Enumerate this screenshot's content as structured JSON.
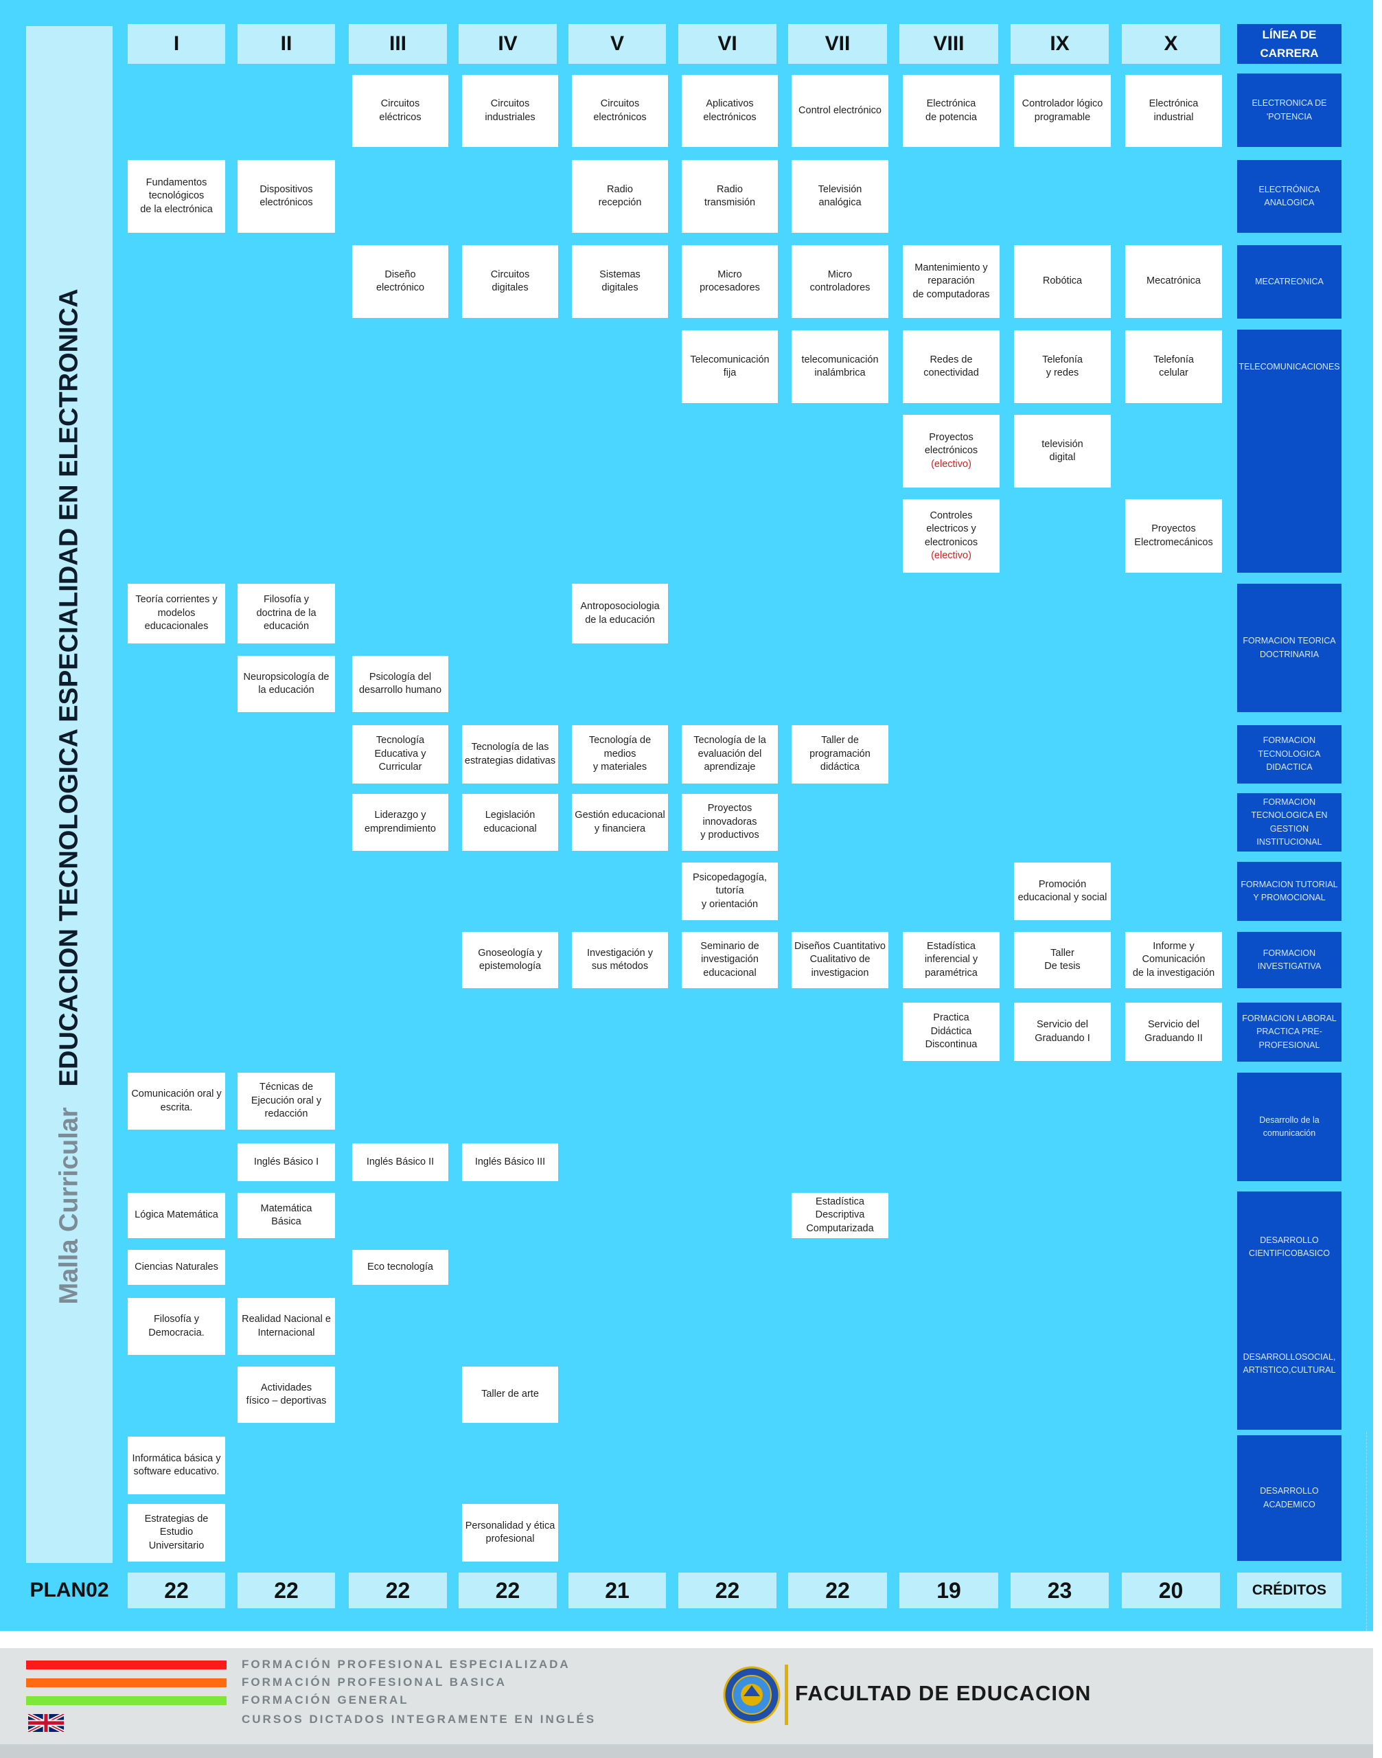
{
  "title": {
    "part1": "Malla Curricular",
    "part2": "EDUCACION TECNOLOGICA ESPECIALIDAD EN ELECTRONICA"
  },
  "semesters": [
    "I",
    "II",
    "III",
    "IV",
    "V",
    "VI",
    "VII",
    "VIII",
    "IX",
    "X"
  ],
  "line_header": {
    "line1": "LÍNEA DE",
    "line2": "CARRERA"
  },
  "plan_label": "PLAN02",
  "credits": [
    "22",
    "22",
    "22",
    "22",
    "21",
    "22",
    "22",
    "19",
    "23",
    "20"
  ],
  "credits_label": "CRÉDITOS",
  "career_lines": [
    "ELECTRONICA DE 'POTENCIA",
    "ELECTRÓNICA ANALOGICA",
    "MECATREONICA",
    "TELECOMUNICACIONES",
    "FORMACION TEORICA DOCTRINARIA",
    "FORMACION TECNOLOGICA DIDACTICA",
    "FORMACION TECNOLOGICA EN GESTION INSTITUCIONAL",
    "FORMACION TUTORIAL Y PROMOCIONAL",
    "FORMACION INVESTIGATIVA",
    "FORMACION LABORAL PRACTICA PRE-PROFESIONAL",
    "Desarrollo de la comunicación",
    "DESARROLLO CIENTIFICOBASICO",
    "DESARROLLOSOCIAL, ARTISTICO,CULTURAL",
    "DESARROLLO ACADEMICO"
  ],
  "courses": {
    "circuitos_electricos": [
      "Circuitos",
      "eléctricos"
    ],
    "circuitos_industriales": [
      "Circuitos",
      "industriales"
    ],
    "circuitos_electronicos": [
      "Circuitos",
      "electrónicos"
    ],
    "aplicativos_electronicos": [
      "Aplicativos",
      "electrónicos"
    ],
    "control_electronico": [
      "Control electrónico"
    ],
    "electronica_potencia": [
      "Electrónica",
      "de potencia"
    ],
    "controlador_logico": [
      "Controlador lógico",
      "programable"
    ],
    "electronica_industrial": [
      "Electrónica",
      "industrial"
    ],
    "fundamentos": [
      "Fundamentos",
      "tecnológicos",
      "de la electrónica"
    ],
    "dispositivos": [
      "Dispositivos",
      "electrónicos"
    ],
    "radio_recepcion": [
      "Radio",
      "recepción"
    ],
    "radio_transmision": [
      "Radio",
      "transmisión"
    ],
    "television_analogica": [
      "Televisión",
      "analógica"
    ],
    "diseno_electronico": [
      "Diseño",
      "electrónico"
    ],
    "circuitos_digitales": [
      "Circuitos",
      "digitales"
    ],
    "sistemas_digitales": [
      "Sistemas",
      "digitales"
    ],
    "micro_procesadores": [
      "Micro",
      "procesadores"
    ],
    "micro_controladores": [
      "Micro",
      "controladores"
    ],
    "mantenimiento": [
      "Mantenimiento y",
      "reparación",
      "de computadoras"
    ],
    "robotica": [
      "Robótica"
    ],
    "mecatronica": [
      "Mecatrónica"
    ],
    "telecom_fija": [
      "Telecomunicación",
      "fija"
    ],
    "telecom_inalambrica": [
      "telecomunicación",
      "inalámbrica"
    ],
    "redes": [
      "Redes de",
      "conectividad"
    ],
    "telefonia_redes": [
      "Telefonía",
      "y redes"
    ],
    "telefonia_celular": [
      "Telefonía",
      "celular"
    ],
    "proyectos_electronicos": [
      "Proyectos",
      "electrónicos"
    ],
    "electivo": "(electivo)",
    "television_digital": [
      "televisión",
      "digital"
    ],
    "controles": [
      "Controles",
      "electricos y",
      "electronicos"
    ],
    "proyectos_electromecanicos": [
      "Proyectos",
      "Electromecánicos"
    ],
    "teoria_corrientes": [
      "Teoría corrientes y",
      "modelos",
      "educacionales"
    ],
    "filosofia_doctrina": [
      "Filosofía y",
      "doctrina de la",
      "educación"
    ],
    "antroposociologia": [
      "Antroposociologia",
      "de la educación"
    ],
    "neuropsicologia": [
      "Neuropsicología de",
      "la educación"
    ],
    "psicologia": [
      "Psicología del",
      "desarrollo humano"
    ],
    "tecnologia_educativa": [
      "Tecnología",
      "Educativa y",
      "Curricular"
    ],
    "tecnologia_estrategias": [
      "Tecnología de las",
      "estrategias didativas"
    ],
    "tecnologia_medios": [
      "Tecnología de",
      "medios",
      "y materiales"
    ],
    "tecnologia_evaluacion": [
      "Tecnología de la",
      "evaluación del",
      "aprendizaje"
    ],
    "taller_programacion": [
      "Taller de",
      "programación",
      "didáctica"
    ],
    "liderazgo": [
      "Liderazgo y",
      "emprendimiento"
    ],
    "legislacion": [
      "Legislación",
      "educacional"
    ],
    "gestion_educacional": [
      "Gestión educacional",
      "y financiera"
    ],
    "proyectos_innovadores": [
      "Proyectos",
      "innovadoras",
      "y productivos"
    ],
    "psicopedagogia": [
      "Psicopedagogía,",
      "tutoría",
      "y orientación"
    ],
    "promocion": [
      "Promoción",
      "educacional y social"
    ],
    "gnoseologia": [
      "Gnoseología y",
      "epistemología"
    ],
    "investigacion_metodos": [
      "Investigación y",
      "sus métodos"
    ],
    "seminario": [
      "Seminario de",
      "investigación",
      "educacional"
    ],
    "disenos_cuantitativo": [
      "Diseños Cuantitativo",
      "Cualitativo de",
      "investigacion"
    ],
    "estadistica_inferencial": [
      "Estadística",
      "inferencial y",
      "paramétrica"
    ],
    "taller_tesis": [
      "Taller",
      "De tesis"
    ],
    "informe": [
      "Informe y",
      "Comunicación",
      "de la investigación"
    ],
    "practica_didactica": [
      "Practica",
      "Didáctica",
      "Discontinua"
    ],
    "servicio_1": [
      "Servicio del",
      "Graduando I"
    ],
    "servicio_2": [
      "Servicio del",
      "Graduando II"
    ],
    "comunicacion_oral": [
      "Comunicación oral y",
      "escrita."
    ],
    "tecnicas_ejecucion": [
      "Técnicas de",
      "Ejecución oral y",
      "redacción"
    ],
    "ingles_1": [
      "Inglés Básico I"
    ],
    "ingles_2": [
      "Inglés Básico II"
    ],
    "ingles_3": [
      "Inglés Básico III"
    ],
    "logica": [
      "Lógica Matemática"
    ],
    "matematica": [
      "Matemática",
      "Básica"
    ],
    "estadistica_descriptiva": [
      "Estadística",
      "Descriptiva",
      "Computarizada"
    ],
    "ciencias": [
      "Ciencias Naturales"
    ],
    "eco": [
      "Eco tecnología"
    ],
    "filosofia_democracia": [
      "Filosofía y",
      "Democracia."
    ],
    "realidad": [
      "Realidad Nacional e",
      "Internacional"
    ],
    "actividades": [
      "Actividades",
      "físico – deportivas"
    ],
    "taller_arte": [
      "Taller de arte"
    ],
    "informatica": [
      "Informática básica y",
      "software educativo."
    ],
    "estrategias": [
      "Estrategias de",
      "Estudio",
      "Universitario"
    ],
    "personalidad": [
      "Personalidad y ética",
      "profesional"
    ]
  },
  "legend": [
    {
      "label": "FORMACIÓN PROFESIONAL ESPECIALIZADA",
      "color": "#ff1a1a"
    },
    {
      "label": "FORMACIÓN PROFESIONAL BASICA",
      "color": "#ff6a13"
    },
    {
      "label": "FORMACIÓN GENERAL",
      "color": "#7ee83a"
    },
    {
      "label": "CURSOS DICTADOS INTEGRAMENTE EN INGLÉS",
      "icon": "uk-flag-icon"
    }
  ],
  "faculty": "FACULTAD DE EDUCACION",
  "colors": {
    "background": "#4ad6ff",
    "header_cell": "#bdeefb",
    "career_line": "#0a4fc7",
    "course_cell": "#ffffff"
  }
}
